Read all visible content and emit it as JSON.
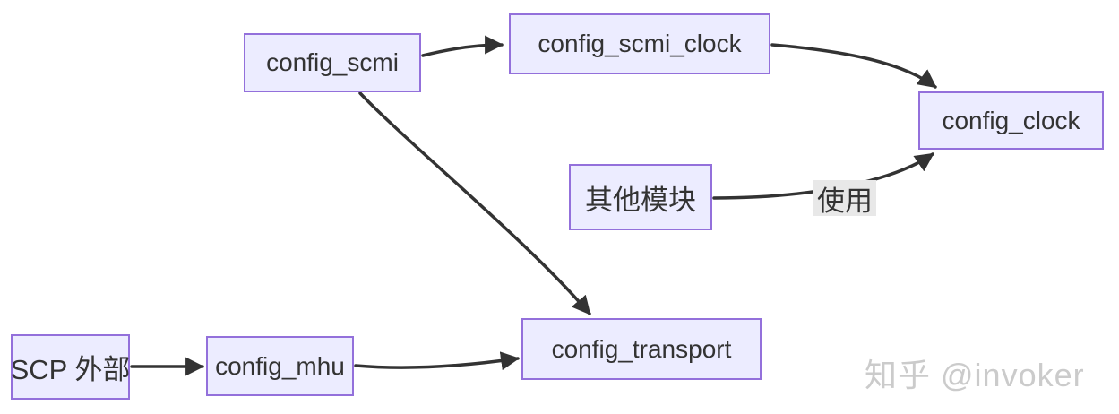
{
  "diagram": {
    "type": "flowchart",
    "nodes": [
      {
        "id": "config_scmi",
        "label": "config_scmi"
      },
      {
        "id": "config_scmi_clock",
        "label": "config_scmi_clock"
      },
      {
        "id": "config_clock",
        "label": "config_clock"
      },
      {
        "id": "other_modules",
        "label": "其他模块"
      },
      {
        "id": "config_transport",
        "label": "config_transport"
      },
      {
        "id": "scp_external",
        "label": "SCP 外部"
      },
      {
        "id": "config_mhu",
        "label": "config_mhu"
      }
    ],
    "edges": [
      {
        "from": "config_scmi",
        "to": "config_scmi_clock",
        "label": ""
      },
      {
        "from": "config_scmi_clock",
        "to": "config_clock",
        "label": ""
      },
      {
        "from": "config_scmi",
        "to": "config_transport",
        "label": ""
      },
      {
        "from": "other_modules",
        "to": "config_clock",
        "label": "使用"
      },
      {
        "from": "scp_external",
        "to": "config_mhu",
        "label": ""
      },
      {
        "from": "config_mhu",
        "to": "config_transport",
        "label": ""
      }
    ],
    "colors": {
      "node_fill": "#ECECFF",
      "node_border": "#9370DB",
      "node_text": "#333333",
      "edge_stroke": "#333333",
      "edge_label_bg": "#e8e8e8"
    }
  },
  "watermark": {
    "text": "知乎 @invoker"
  }
}
